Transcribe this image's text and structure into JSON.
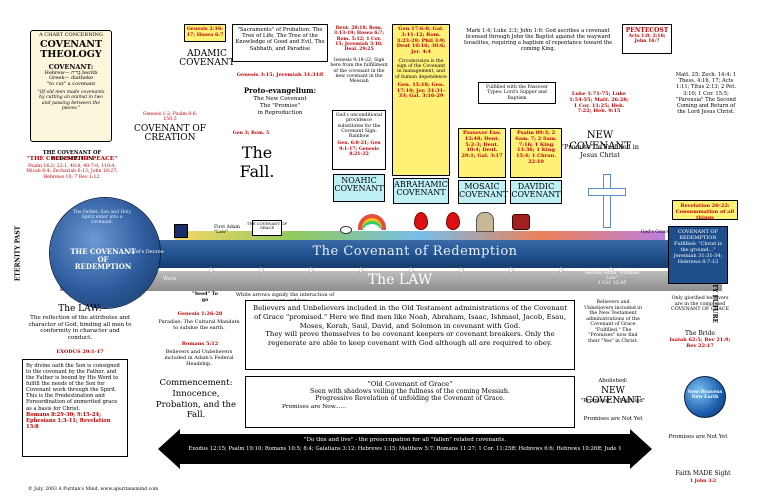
{
  "left_panel": {
    "chart_header": "A CHART CONCERNING",
    "title": "COVENANT THEOLOGY",
    "covenant_label": "COVENANT:",
    "hebrew_line": "Hebrew— בְּרִית berith",
    "greek_line": "Greek— diatheke",
    "to_cut": "\"to cut\" a covenant",
    "desc": "\"Of old men made covenants by cutting an animal in two and passing between the pieces.\"",
    "covenant_of_redemption_heading": "THE COVENANT OF REDEMPTION",
    "counsel_of_peace": "\"THE COUNSEL OF PEACE\"",
    "counsel_refs": "Psalm 16:2; 22:1, 40:8; 40:7-8; 110:4; Micah 6:4; Zechariah 6:13; John 10:27; Hebrews 10; 7 Rev 1:12.",
    "eternity_past": "ETERNITY PAST",
    "circle_note": "The Father, Son and Holy Spirit enter into a covenant.",
    "circle_title": "THE COVENANT OF REDEMPTION",
    "law_title": "The LAW:",
    "law_desc": "The reflection of the attributes and character of God, binding all men to conformity in character and conduct.",
    "law_ref": "EXODUS 20:1-17",
    "spirit_text": "By divine oath the Son is consigned to the covenant by the Father, and the Father is bound by His Word to fulfill the needs of the Son for Covenant work through the Spirit. This is the Predestination and Foreordination of unmerited grace as a basis for Christ.",
    "spirit_refs": "Romans 8:29-30; 9:15-24; Ephesians 1:3-11; Revelation 13:8",
    "footer_copyright": "© July, 2003  A Puritan's Mind, www.apuritansmind.com"
  },
  "covenants": {
    "creation": {
      "refs": "Genesis 1-2; Psalm 8:6; 150:5",
      "title": "COVENANT OF CREATION"
    },
    "adamic": {
      "refs": "Genesis 2:16-17; Hosea 6:7",
      "title": "ADAMIC COVENANT"
    },
    "fall_refs": "Gen 3; Rom. 5",
    "fall_title": "The Fall.",
    "grace": {
      "refs": "Genesis 3:15; Jeremiah 31:31ff",
      "label": "Proto-evangelium:",
      "line1": "The New Covenant",
      "line2": "The \"Promise\"",
      "line3": "in Reproduction"
    },
    "probation": {
      "text": "\"Sacraments\" of Probation: The Tree of Life, The Tree of the Knowledge of Good and Evil, The Sabbath, and Paradise"
    },
    "noahic": {
      "refs": "Gen. 6:8-21; Gen 9:1-17; Genesis 8:21-22",
      "desc": "God's unconditional providence substitutes for the Covenant Sign: Rainbow",
      "title": "NOAHIC COVENANT",
      "extra": "Deut. 28:18; Rom. 3:13-19; Hosea 6:7; Rom. 5:12; 1 Cor. 15; Jeremiah 3:16; Deal. 29:25",
      "extra2": "Genesis 9:18-22; Sign here from the fulfillment of the covenant in the new covenant in the Messiah"
    },
    "abrahamic": {
      "refs": "Gen 17:6-8; Gal. 3:11-12; Rom. 3:23-29; Phil 3:9; Deut 10:16; 30:6; Jer. 4:4",
      "desc": "Circumcision is the sign of the Covenant in management, and of human dependence",
      "refs2": "Gen. 15:18; Gen. 17:10; Jer. 31:31-33; Gal. 3:16-29",
      "title": "ABRAHAMIC COVENANT"
    },
    "mosaic": {
      "refs": "Passover Exo. 12:48; Deut. 5:2-3; Deut. 10:4; Deut. 29:1; Gal. 3:17",
      "title": "MOSAIC COVENANT"
    },
    "davidic": {
      "refs": "Psalm 89:3; 2 Sam. 7; 2 Sam. 7:16; 1 King 11:36; 1 King 15:4; 1 Chron. 22:10",
      "title": "DAVIDIC COVENANT"
    },
    "john_baptist": "Mark 1:4; Luke 3:3; John 1:6: God ascribes a covenant licensed through John the Baptist against the wayward Israelites, requiring a baptism of repentance toward the coming King.",
    "fulfilled_box": "Fulfilled with the Passover Types: Lord's Supper and Baptism",
    "new_covenant": {
      "refs": "Luke 1:71-75; Luke 1:54-55; Matt. 26:28; 1 Cor. 11:25; Heb. 7:22; Heb. 9:15",
      "title": "NEW COVENANT",
      "sub": "\"Promise\" is Fulfilled in Jesus Christ"
    },
    "pentecost": {
      "title": "PENTECOST",
      "refs": "Acts 1:8; 2:16; John 16:7"
    },
    "second_coming": "Matt. 25; Zech. 14:4; 1 Thess. 4:16, 17; Acts 1:11; Titus 2:13; 2 Pet. 3:10; 1 Cor. 15:5; \"Parousia\" The Second Coming and Return of the Lord Jesus Christ.",
    "revelation": "Revelation 20-22: Consummation of all things"
  },
  "timeline": {
    "redemption_band": "The Covenant of Redemption",
    "law_band": "The LAW",
    "god_decree": "God's Decree",
    "spirit": "Spirit",
    "work": "Work",
    "arrows_note": "White arrows signify the interaction of covenant and law.",
    "first_adam": "First Adam \"Law\"",
    "covenant_of_grace": "THE COVENANT OF GRACE",
    "second_adam": "Second Adam \"Fulfilled Law\"",
    "second_adam_ref": "1 Cor. 15:45",
    "gods_grace": "God's Grace",
    "eternity_future": "ETERNITY FUTURE",
    "right_box": "COVENANT OF REDEMPTION Fulfilled: \"Christ is the ground...\" Jeremiah 31:31-34; Hebrews 8:7-13"
  },
  "bottom": {
    "seed_label": "\"Seed\" To go",
    "seed_refs": "Genesis 1:26-28",
    "paradise": "Paradise: The Cultural Mandate to subdue the earth.",
    "romans": "Romans 5:12",
    "believers_left": "Believers and Unbelievers included in Adam's Federal Headship.",
    "main_text": "Believers and Unbelievers included in the Old Testament administrations of the Covenant of Grace \"promised.\" Here we find men like Noah, Abraham, Isaac, Ishmael, Jacob, Esau, Moses, Korah, Saul, David, and Solomon in covenant with God.",
    "main_text2": "They will prove themselves to be covenant keepers or covenant breakers. Only the regenerate are able to keep covenant with God although all are required to obey.",
    "nt_believers": "Believers and Unbelievers included in the New Testament administrations of the Covenant of Grace \"Fulfilled.\" The \"Promises\" now find their \"Yes\" in Christ.",
    "elect_note": "Only glorified believers are in the completed COVENANT OF GRACE",
    "bride": "The Bride",
    "bride_refs": "Isaiah 62:5; Rev 21:9; Rev 22:17",
    "commencement": "Commencement: Innocence, Probation, and the Fall.",
    "old_cov": "\"Old Covenant of Grace\"",
    "shadows": "Seen with shadows veiling the fullness of the coming Messiah.",
    "progressive": "Progressive Revelation of unfolding the Covenant of Grace.",
    "promises_now": "Promises are Now......",
    "do_this": "\"Do this and live\" - the preoccupation for all \"fallen\" related covenants.",
    "black_refs": "Exodus 12:15; Psalm 19:10; Romans 10:5; 8:4; Galatians 3:12; Hebrews 1:15; Matthew 5:7; Romans 11:27; 1 Cor. 11:25ff; Hebrews 6:6; Hebrews 10:26ff; Jude 1",
    "abolished": "Abolished:",
    "new_cov_label": "NEW COVENANT",
    "new_cov_sub": "\"Promised\" / \"Fulfilled\"",
    "promises_yes": "Promises are Not Yet",
    "promises_yes2": "Promises are Not Yet",
    "faith_made": "Faith MADE Sight",
    "faith_ref": "1 John 3:2",
    "earth_label": "New Heavens New Earth"
  },
  "colors": {
    "band_blue": "#1e4f8c",
    "band_gray": "#9c9c9c",
    "box_yellow": "#fff176",
    "box_cyan": "#bff0f5",
    "red": "#c00000",
    "black": "#000000"
  }
}
